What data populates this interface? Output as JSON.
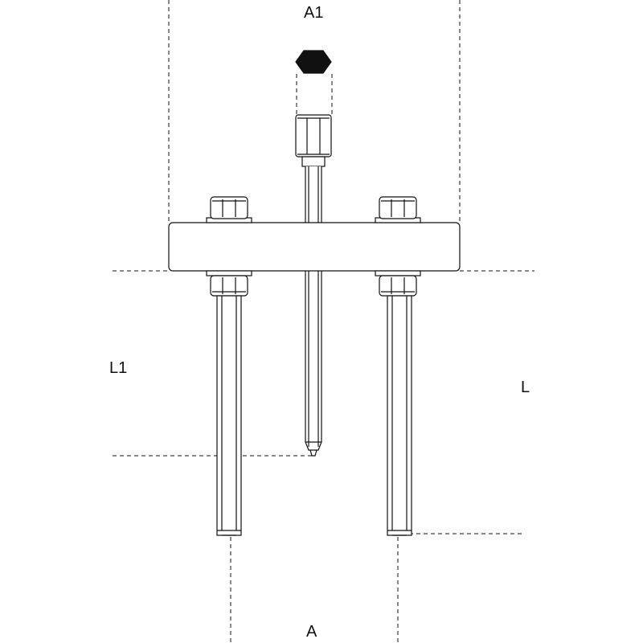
{
  "dimensions": {
    "a1": "A1",
    "l1": "L1",
    "l": "L",
    "a": "A"
  },
  "colors": {
    "line": "#111111",
    "fill": "#ffffff"
  }
}
